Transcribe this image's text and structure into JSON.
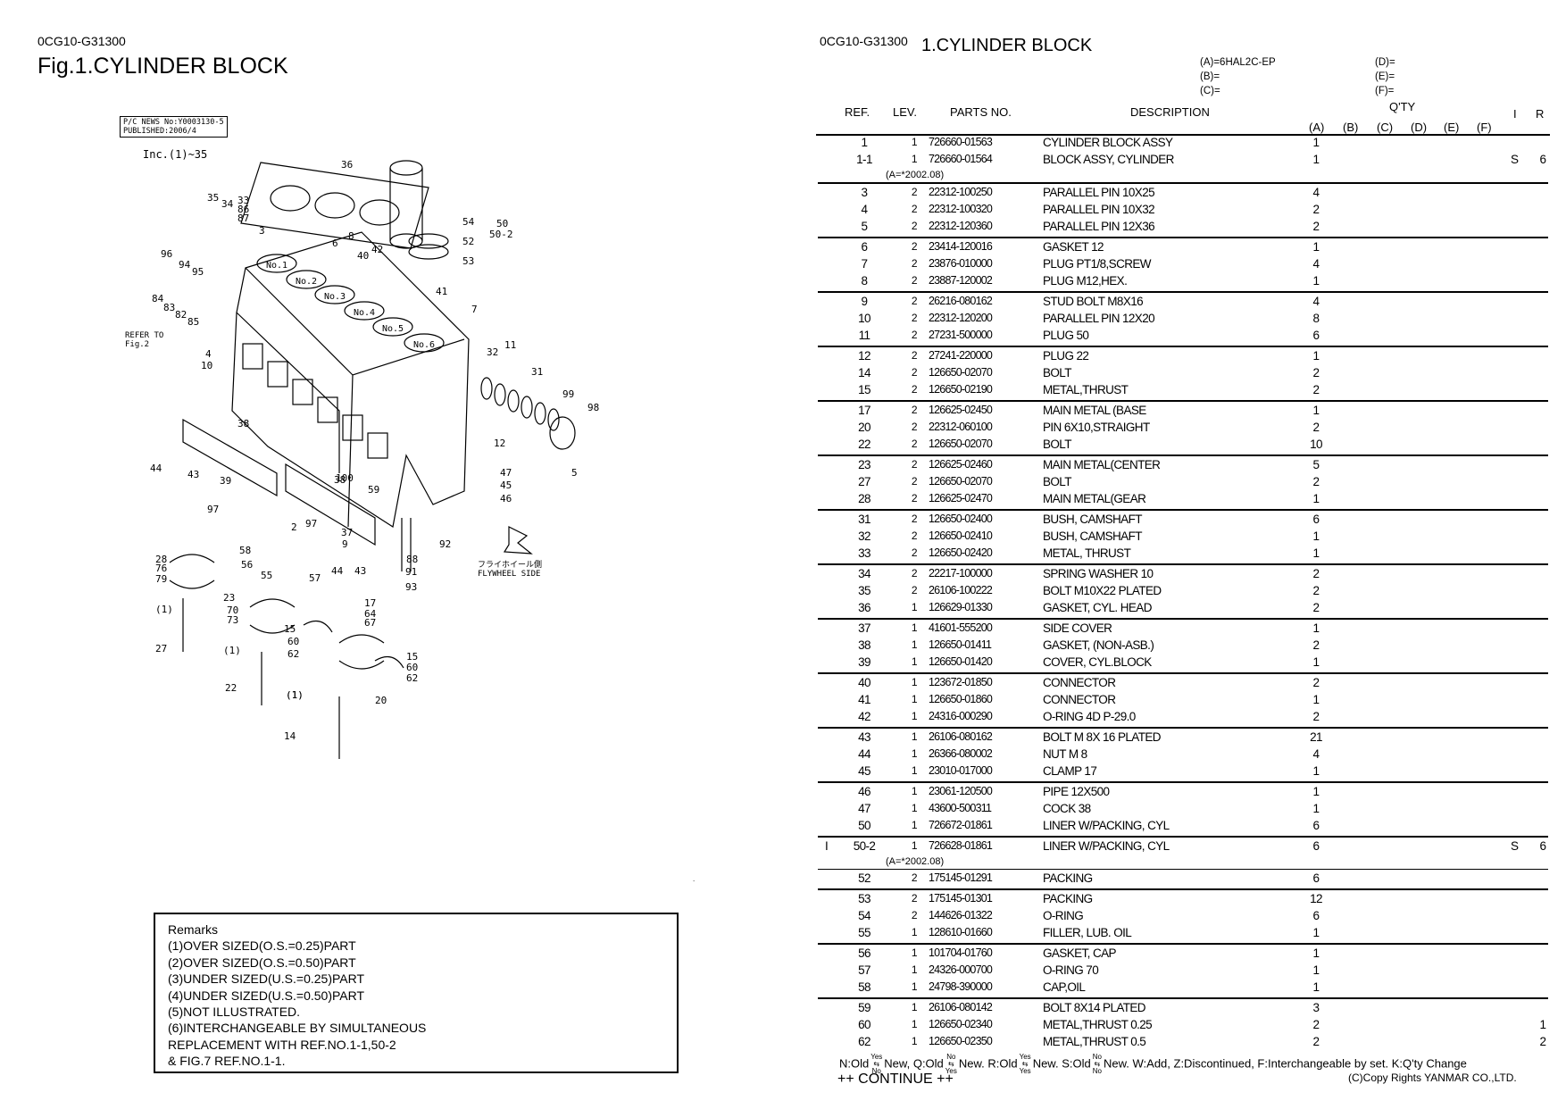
{
  "left_page": {
    "code": "0CG10-G31300",
    "title": "Fig.1.CYLINDER BLOCK",
    "pc_news": [
      "P/C NEWS No:Y0003130-5",
      "PUBLISHED:2006/4"
    ],
    "diagram_labels": {
      "inc": "Inc.(1)~35",
      "refer": [
        "REFER TO",
        "Fig.2"
      ],
      "flywheel": [
        "フライホイール側",
        "FLYWHEEL SIDE"
      ],
      "cyl": [
        "No.1",
        "No.2",
        "No.3",
        "No.4",
        "No.5",
        "No.6"
      ],
      "callouts": [
        "36",
        "35",
        "34",
        "33",
        "86",
        "87",
        "3",
        "8",
        "96",
        "94",
        "95",
        "6",
        "40",
        "42",
        "54",
        "50",
        "50-2",
        "52",
        "53",
        "84",
        "83",
        "82",
        "85",
        "41",
        "7",
        "10",
        "4",
        "11",
        "32",
        "31",
        "99",
        "98",
        "38",
        "44",
        "43",
        "97",
        "39",
        "2",
        "12",
        "5",
        "100",
        "47",
        "45",
        "46",
        "59",
        "38",
        "97",
        "37",
        "58",
        "56",
        "55",
        "57",
        "44",
        "9",
        "43",
        "88",
        "91",
        "93",
        "92",
        "28",
        "76",
        "79",
        "(1)",
        "27",
        "23",
        "70",
        "73",
        "15",
        "60",
        "62",
        "(1)",
        "17",
        "64",
        "67",
        "15",
        "60",
        "62",
        "22",
        "20",
        "(1)",
        "14",
        "(1)"
      ]
    },
    "remarks": {
      "title": "Remarks",
      "lines": [
        "(1)OVER SIZED(O.S.=0.25)PART",
        "(2)OVER SIZED(O.S.=0.50)PART",
        "(3)UNDER SIZED(U.S.=0.25)PART",
        "(4)UNDER SIZED(U.S.=0.50)PART",
        "(5)NOT ILLUSTRATED.",
        "(6)INTERCHANGEABLE BY SIMULTANEOUS",
        "REPLACEMENT WITH REF.NO.1-1,50-2",
        "& FIG.7 REF.NO.1-1."
      ]
    },
    "stray_mark": "."
  },
  "right_page": {
    "code": "0CG10-G31300",
    "title": "1.CYLINDER BLOCK",
    "models": {
      "a": "(A)=6HAL2C-EP",
      "b": "(B)=",
      "c": "(C)=",
      "d": "(D)=",
      "e": "(E)=",
      "f": "(F)="
    },
    "headers": {
      "ref": "REF.",
      "lev": "LEV.",
      "parts_no": "PARTS NO.",
      "description": "DESCRIPTION",
      "qty": "Q'TY",
      "i": "I",
      "r": "R",
      "qty_cols": [
        "(A)",
        "(B)",
        "(C)",
        "(D)",
        "(E)",
        "(F)"
      ]
    },
    "groups": [
      {
        "rows": [
          {
            "ref": "1",
            "lev": "1",
            "pno": "726660-01563",
            "desc": "CYLINDER BLOCK ASSY",
            "qa": "1"
          },
          {
            "ref": "1-1",
            "lev": "1",
            "pno": "726660-01564",
            "desc": "BLOCK ASSY, CYLINDER",
            "qa": "1",
            "i": "S",
            "r": "6"
          }
        ],
        "note": "(A=*2002.08)"
      },
      {
        "rows": [
          {
            "ref": "3",
            "lev": "2",
            "pno": "22312-100250",
            "desc": "PARALLEL PIN 10X25",
            "qa": "4"
          },
          {
            "ref": "4",
            "lev": "2",
            "pno": "22312-100320",
            "desc": "PARALLEL PIN 10X32",
            "qa": "2"
          },
          {
            "ref": "5",
            "lev": "2",
            "pno": "22312-120360",
            "desc": "PARALLEL PIN 12X36",
            "qa": "2"
          }
        ]
      },
      {
        "rows": [
          {
            "ref": "6",
            "lev": "2",
            "pno": "23414-120016",
            "desc": "GASKET 12",
            "qa": "1"
          },
          {
            "ref": "7",
            "lev": "2",
            "pno": "23876-010000",
            "desc": "PLUG PT1/8,SCREW",
            "qa": "4"
          },
          {
            "ref": "8",
            "lev": "2",
            "pno": "23887-120002",
            "desc": "PLUG M12,HEX.",
            "qa": "1"
          }
        ]
      },
      {
        "rows": [
          {
            "ref": "9",
            "lev": "2",
            "pno": "26216-080162",
            "desc": "STUD BOLT M8X16",
            "qa": "4"
          },
          {
            "ref": "10",
            "lev": "2",
            "pno": "22312-120200",
            "desc": "PARALLEL PIN 12X20",
            "qa": "8"
          },
          {
            "ref": "11",
            "lev": "2",
            "pno": "27231-500000",
            "desc": "PLUG 50",
            "qa": "6"
          }
        ]
      },
      {
        "rows": [
          {
            "ref": "12",
            "lev": "2",
            "pno": "27241-220000",
            "desc": "PLUG 22",
            "qa": "1"
          },
          {
            "ref": "14",
            "lev": "2",
            "pno": "126650-02070",
            "desc": "BOLT",
            "qa": "2"
          },
          {
            "ref": "15",
            "lev": "2",
            "pno": "126650-02190",
            "desc": "METAL,THRUST",
            "qa": "2"
          }
        ]
      },
      {
        "rows": [
          {
            "ref": "17",
            "lev": "2",
            "pno": "126625-02450",
            "desc": "MAIN METAL (BASE",
            "qa": "1"
          },
          {
            "ref": "20",
            "lev": "2",
            "pno": "22312-060100",
            "desc": "PIN 6X10,STRAIGHT",
            "qa": "2"
          },
          {
            "ref": "22",
            "lev": "2",
            "pno": "126650-02070",
            "desc": "BOLT",
            "qa": "10"
          }
        ]
      },
      {
        "rows": [
          {
            "ref": "23",
            "lev": "2",
            "pno": "126625-02460",
            "desc": "MAIN METAL(CENTER",
            "qa": "5"
          },
          {
            "ref": "27",
            "lev": "2",
            "pno": "126650-02070",
            "desc": "BOLT",
            "qa": "2"
          },
          {
            "ref": "28",
            "lev": "2",
            "pno": "126625-02470",
            "desc": "MAIN METAL(GEAR",
            "qa": "1"
          }
        ]
      },
      {
        "rows": [
          {
            "ref": "31",
            "lev": "2",
            "pno": "126650-02400",
            "desc": "BUSH, CAMSHAFT",
            "qa": "6"
          },
          {
            "ref": "32",
            "lev": "2",
            "pno": "126650-02410",
            "desc": "BUSH, CAMSHAFT",
            "qa": "1"
          },
          {
            "ref": "33",
            "lev": "2",
            "pno": "126650-02420",
            "desc": "METAL, THRUST",
            "qa": "1"
          }
        ]
      },
      {
        "rows": [
          {
            "ref": "34",
            "lev": "2",
            "pno": "22217-100000",
            "desc": "SPRING WASHER 10",
            "qa": "2"
          },
          {
            "ref": "35",
            "lev": "2",
            "pno": "26106-100222",
            "desc": "BOLT M10X22 PLATED",
            "qa": "2"
          },
          {
            "ref": "36",
            "lev": "1",
            "pno": "126629-01330",
            "desc": "GASKET, CYL. HEAD",
            "qa": "2"
          }
        ]
      },
      {
        "rows": [
          {
            "ref": "37",
            "lev": "1",
            "pno": "41601-555200",
            "desc": "SIDE COVER",
            "qa": "1"
          },
          {
            "ref": "38",
            "lev": "1",
            "pno": "126650-01411",
            "desc": "GASKET, (NON-ASB.)",
            "qa": "2"
          },
          {
            "ref": "39",
            "lev": "1",
            "pno": "126650-01420",
            "desc": "COVER, CYL.BLOCK",
            "qa": "1"
          }
        ]
      },
      {
        "rows": [
          {
            "ref": "40",
            "lev": "1",
            "pno": "123672-01850",
            "desc": "CONNECTOR",
            "qa": "2"
          },
          {
            "ref": "41",
            "lev": "1",
            "pno": "126650-01860",
            "desc": "CONNECTOR",
            "qa": "1"
          },
          {
            "ref": "42",
            "lev": "1",
            "pno": "24316-000290",
            "desc": "O-RING 4D P-29.0",
            "qa": "2"
          }
        ]
      },
      {
        "rows": [
          {
            "ref": "43",
            "lev": "1",
            "pno": "26106-080162",
            "desc": "BOLT M 8X 16 PLATED",
            "qa": "21"
          },
          {
            "ref": "44",
            "lev": "1",
            "pno": "26366-080002",
            "desc": "NUT M 8",
            "qa": "4"
          },
          {
            "ref": "45",
            "lev": "1",
            "pno": "23010-017000",
            "desc": "CLAMP 17",
            "qa": "1"
          }
        ]
      },
      {
        "rows": [
          {
            "ref": "46",
            "lev": "1",
            "pno": "23061-120500",
            "desc": "PIPE 12X500",
            "qa": "1"
          },
          {
            "ref": "47",
            "lev": "1",
            "pno": "43600-500311",
            "desc": "COCK 38",
            "qa": "1"
          },
          {
            "ref": "50",
            "lev": "1",
            "pno": "726672-01861",
            "desc": "LINER W/PACKING, CYL",
            "qa": "6"
          }
        ]
      },
      {
        "rows": [
          {
            "mark": "I",
            "ref": "50-2",
            "lev": "1",
            "pno": "726628-01861",
            "desc": "LINER W/PACKING, CYL",
            "qa": "6",
            "i": "S",
            "r": "6"
          }
        ],
        "note": "(A=*2002.08)",
        "thin_after": true
      },
      {
        "rows": [
          {
            "ref": "52",
            "lev": "2",
            "pno": "175145-01291",
            "desc": "PACKING",
            "qa": "6"
          }
        ]
      },
      {
        "rows": [
          {
            "ref": "53",
            "lev": "2",
            "pno": "175145-01301",
            "desc": "PACKING",
            "qa": "12"
          },
          {
            "ref": "54",
            "lev": "2",
            "pno": "144626-01322",
            "desc": "O-RING",
            "qa": "6"
          },
          {
            "ref": "55",
            "lev": "1",
            "pno": "128610-01660",
            "desc": "FILLER, LUB. OIL",
            "qa": "1"
          }
        ]
      },
      {
        "rows": [
          {
            "ref": "56",
            "lev": "1",
            "pno": "101704-01760",
            "desc": "GASKET, CAP",
            "qa": "1"
          },
          {
            "ref": "57",
            "lev": "1",
            "pno": "24326-000700",
            "desc": "O-RING 70",
            "qa": "1"
          },
          {
            "ref": "58",
            "lev": "1",
            "pno": "24798-390000",
            "desc": "CAP,OIL",
            "qa": "1"
          }
        ]
      },
      {
        "rows": [
          {
            "ref": "59",
            "lev": "1",
            "pno": "26106-080142",
            "desc": "BOLT 8X14 PLATED",
            "qa": "3"
          },
          {
            "ref": "60",
            "lev": "1",
            "pno": "126650-02340",
            "desc": "METAL,THRUST 0.25",
            "qa": "2",
            "r": "1"
          },
          {
            "ref": "62",
            "lev": "1",
            "pno": "126650-02350",
            "desc": "METAL,THRUST 0.5",
            "qa": "2",
            "r": "2"
          }
        ],
        "no_sep": true
      }
    ],
    "legend": {
      "n": "N:Old",
      "n_new": "New,",
      "q": "Q:Old",
      "q_new": "New.",
      "r": "R:Old",
      "r_new": "New.",
      "s": "S:Old",
      "s_new": "New.",
      "rest": "W:Add, Z:Discontinued, F:Interchangeable by set. K:Q'ty Change",
      "yes": "Yes",
      "no": "No"
    },
    "continue": "++ CONTINUE ++",
    "copyright": "(C)Copy Rights YANMAR CO.,LTD."
  }
}
